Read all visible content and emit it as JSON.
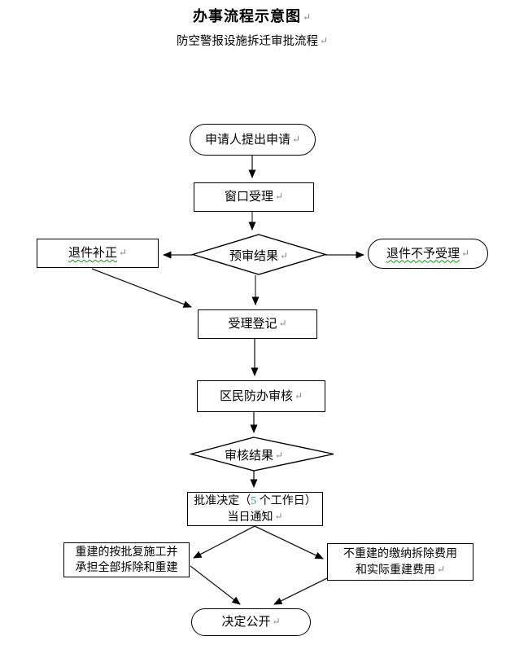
{
  "page": {
    "title": "办事流程示意图",
    "subtitle": "防空警报设施拆迁审批流程",
    "paragraph_mark": "↵"
  },
  "colors": {
    "background": "#ffffff",
    "shape_border": "#000000",
    "connector_black": "#1a1a1a",
    "connector_gray": "#808080",
    "arrowhead": "#000000",
    "paragraph_mark_gray": "#808080",
    "spellcheck_green": "#00a000",
    "number_highlight_teal": "#339999"
  },
  "nodes": {
    "start": {
      "label": "申请人提出申请"
    },
    "window_acceptance": {
      "label": "窗口受理"
    },
    "preview_result": {
      "label": "预审结果"
    },
    "return_correction": {
      "label": "退件补正"
    },
    "return_rejected": {
      "label": "退件不予受理"
    },
    "acceptance_registration": {
      "label": "受理登记"
    },
    "district_civil_defense_review": {
      "label": "区民防办审核"
    },
    "review_result": {
      "label": "审核结果"
    },
    "approval_decision": {
      "line1_pre": "批准决定（",
      "line1_num": "5",
      "line1_post": " 个工作日）",
      "line2": "当日通知"
    },
    "rebuild": {
      "line1": "重建的按批复施工并",
      "line2": "承担全部拆除和重建"
    },
    "no_rebuild": {
      "line1": "不重建的缴纳拆除费用",
      "line2": "和实际重建费用"
    },
    "decision_public": {
      "label": "决定公开"
    }
  }
}
